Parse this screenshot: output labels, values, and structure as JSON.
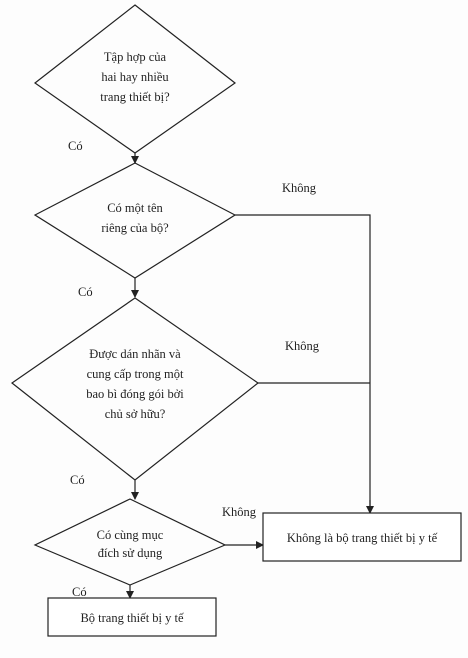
{
  "decisions": [
    {
      "lines": [
        "Tập hợp của",
        "hai hay nhiều",
        "trang thiết bị?"
      ]
    },
    {
      "lines": [
        "Có một tên",
        "riêng của bộ?"
      ]
    },
    {
      "lines": [
        "Được dán nhãn và",
        "cung cấp trong một",
        "bao bì đóng gói bởi",
        "chủ sở hữu?"
      ]
    },
    {
      "lines": [
        "Có cùng mục",
        "đích sử dụng"
      ]
    }
  ],
  "outcomes": {
    "not_kit": "Không là bộ trang thiết bị y tế",
    "kit": "Bộ trang thiết bị y tế"
  },
  "branch_labels": {
    "yes_1": "Có",
    "yes_2": "Có",
    "yes_3": "Có",
    "yes_4": "Có",
    "no_2": "Không",
    "no_3": "Không",
    "no_4": "Không"
  }
}
